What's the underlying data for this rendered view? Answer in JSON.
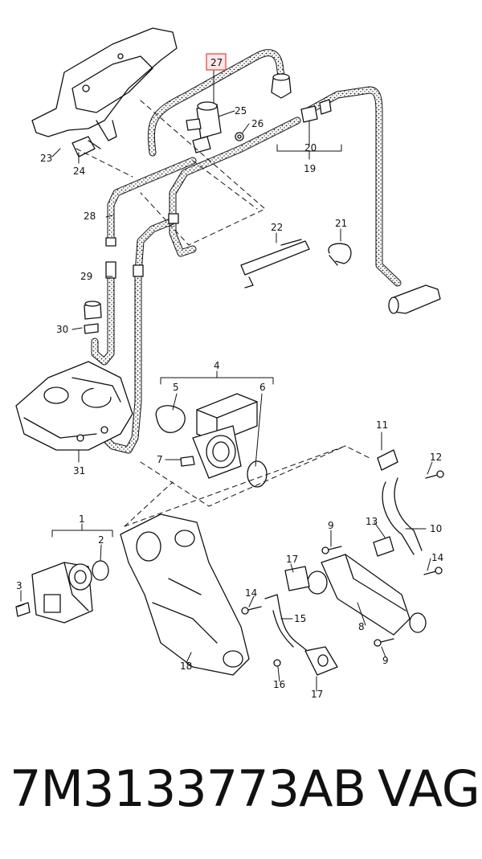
{
  "diagram": {
    "highlighted_callout": "27",
    "highlight_color": "#e04040",
    "callouts": {
      "c1": "1",
      "c2": "2",
      "c3": "3",
      "c4": "4",
      "c5": "5",
      "c6": "6",
      "c7": "7",
      "c8": "8",
      "c9a": "9",
      "c9b": "9",
      "c10": "10",
      "c11": "11",
      "c12": "12",
      "c13": "13",
      "c14a": "14",
      "c14b": "14",
      "c15": "15",
      "c16": "16",
      "c17a": "17",
      "c17b": "17",
      "c18": "18",
      "c19": "19",
      "c20": "20",
      "c21": "21",
      "c22": "22",
      "c23": "23",
      "c24": "24",
      "c25": "25",
      "c26": "26",
      "c27": "27",
      "c28": "28",
      "c29": "29",
      "c30": "30",
      "c31": "31"
    }
  },
  "footer": {
    "part_number": "7M3133773AB",
    "brand": "VAG"
  }
}
